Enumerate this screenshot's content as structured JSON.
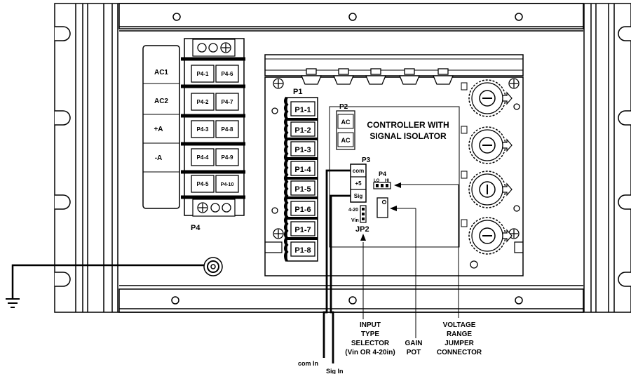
{
  "tb_left": {
    "connector": "P4",
    "left_labels": [
      "AC1",
      "AC2",
      "+A",
      "-A"
    ],
    "terminals_a": [
      "P4-1",
      "P4-2",
      "P4-3",
      "P4-4",
      "P4-5"
    ],
    "terminals_b": [
      "P4-6",
      "P4-7",
      "P4-8",
      "P4-9",
      "P4-10"
    ]
  },
  "tb_right": {
    "connector": "P1",
    "terminals": [
      "P1-1",
      "P1-2",
      "P1-3",
      "P1-4",
      "P1-5",
      "P1-6",
      "P1-7",
      "P1-8"
    ]
  },
  "board": {
    "title_line1": "CONTROLLER WITH",
    "title_line2": "SIGNAL ISOLATOR",
    "p2": {
      "name": "P2",
      "pins": [
        "AC",
        "AC"
      ]
    },
    "p3": {
      "name": "P3",
      "pins": [
        "com",
        "+5",
        "Sig"
      ]
    },
    "p4_jumper": {
      "name": "P4",
      "lo": "LO",
      "hi": "HI"
    },
    "jp2": {
      "name": "JP2",
      "opt1": "4-20",
      "opt2": "Vin"
    }
  },
  "callouts": {
    "input_type": [
      "INPUT",
      "TYPE",
      "SELECTOR",
      "(Vin OR 4-20in)"
    ],
    "gain_pot": [
      "GAIN",
      "POT"
    ],
    "voltage_range": [
      "VOLTAGE",
      "RANGE",
      "JUMPER",
      "CONNECTOR"
    ]
  },
  "wires": {
    "com_in": "com In",
    "sig_in": "Sig In"
  },
  "icons": [
    "ground-symbol-icon",
    "trim-pot-icon",
    "screw-head-icon",
    "mounting-slot-icon"
  ]
}
